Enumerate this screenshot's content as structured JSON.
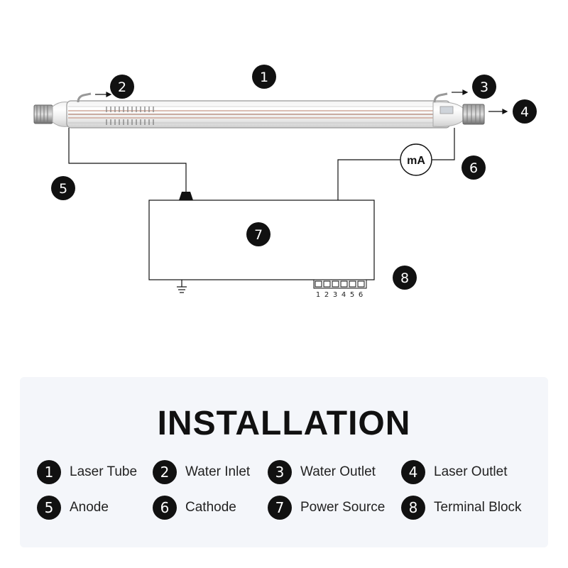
{
  "diagram": {
    "callouts": [
      "1",
      "2",
      "3",
      "4",
      "5",
      "6",
      "7",
      "8"
    ],
    "meter_label": "mA",
    "terminal_numbers": [
      "1",
      "2",
      "3",
      "4",
      "5",
      "6"
    ]
  },
  "legend": {
    "title": "INSTALLATION",
    "items": [
      {
        "number": "1",
        "label": "Laser Tube"
      },
      {
        "number": "2",
        "label": "Water Inlet"
      },
      {
        "number": "3",
        "label": "Water Outlet"
      },
      {
        "number": "4",
        "label": "Laser Outlet"
      },
      {
        "number": "5",
        "label": "Anode"
      },
      {
        "number": "6",
        "label": "Cathode"
      },
      {
        "number": "7",
        "label": "Power Source"
      },
      {
        "number": "8",
        "label": "Terminal Block"
      }
    ]
  }
}
